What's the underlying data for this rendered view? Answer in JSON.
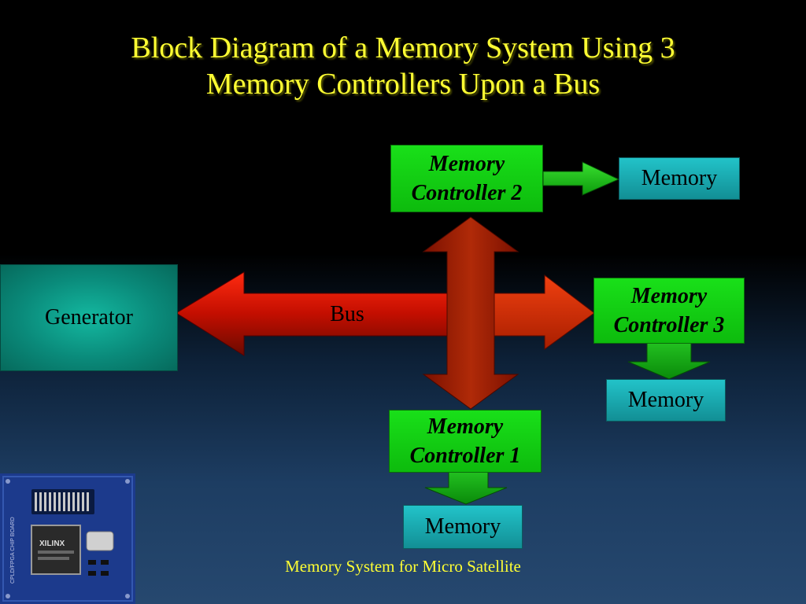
{
  "title": {
    "line1": "Block Diagram of a Memory System Using 3",
    "line2": "Memory Controllers Upon a Bus"
  },
  "generator": {
    "label": "Generator"
  },
  "bus": {
    "label": "Bus"
  },
  "controller_2": {
    "line1": "Memory",
    "line2": "Controller 2"
  },
  "controller_3": {
    "line1": "Memory",
    "line2": "Controller 3"
  },
  "controller_1": {
    "line1": "Memory",
    "line2": "Controller 1"
  },
  "memory_2": {
    "label": "Memory"
  },
  "memory_3": {
    "label": "Memory"
  },
  "memory_1": {
    "label": "Memory"
  },
  "caption": "Memory System for Micro Satellite",
  "board_photo": {
    "chip_brand": "XILINX",
    "board_label": "CPLD/FPGA CHIP BOARD"
  },
  "colors": {
    "title": "#ffff33",
    "bus": "#cc1a00",
    "controller": "#14cc14",
    "memory": "#1aa9ae",
    "generator": "#0a9a88"
  }
}
